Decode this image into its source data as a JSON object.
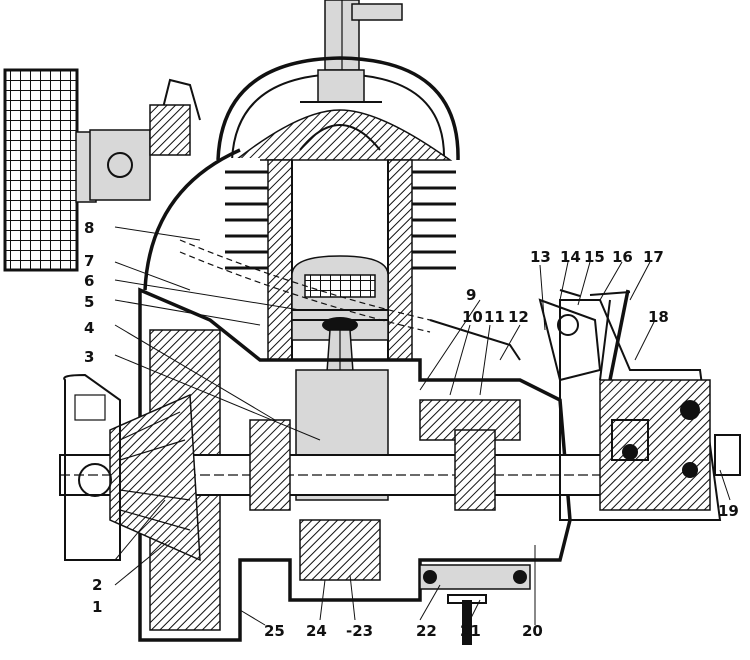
{
  "diagram": {
    "kind": "engine-cross-section",
    "callouts": [
      {
        "id": "c1",
        "text": "1"
      },
      {
        "id": "c2",
        "text": "2"
      },
      {
        "id": "c3",
        "text": "3"
      },
      {
        "id": "c4",
        "text": "4"
      },
      {
        "id": "c5",
        "text": "5"
      },
      {
        "id": "c6",
        "text": "6"
      },
      {
        "id": "c7",
        "text": "7"
      },
      {
        "id": "c8",
        "text": "8"
      },
      {
        "id": "c9",
        "text": "9"
      },
      {
        "id": "c10",
        "text": "10"
      },
      {
        "id": "c11",
        "text": "11"
      },
      {
        "id": "c12",
        "text": "12"
      },
      {
        "id": "c13",
        "text": "13"
      },
      {
        "id": "c14",
        "text": "14"
      },
      {
        "id": "c15",
        "text": "15"
      },
      {
        "id": "c16",
        "text": "16"
      },
      {
        "id": "c17",
        "text": "17"
      },
      {
        "id": "c18",
        "text": "18"
      },
      {
        "id": "c19",
        "text": "19"
      },
      {
        "id": "c20",
        "text": "20"
      },
      {
        "id": "c21",
        "text": "21"
      },
      {
        "id": "c22",
        "text": "22"
      },
      {
        "id": "c23",
        "text": "-23"
      },
      {
        "id": "c24",
        "text": "24"
      },
      {
        "id": "c25",
        "text": "25"
      }
    ]
  }
}
